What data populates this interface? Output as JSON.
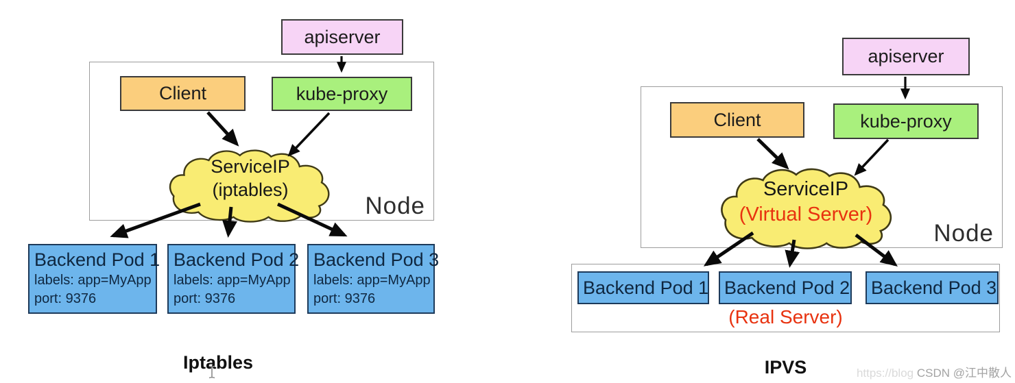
{
  "left_diagram": {
    "apiserver_label": "apiserver",
    "node_label": "Node",
    "client_label": "Client",
    "kube_proxy_label": "kube-proxy",
    "cloud": {
      "line1": "ServiceIP",
      "line2": "(iptables)"
    },
    "pods": [
      {
        "title": "Backend Pod 1",
        "labels": "labels: app=MyApp",
        "port": "port: 9376"
      },
      {
        "title": "Backend Pod 2",
        "labels": "labels: app=MyApp",
        "port": "port: 9376"
      },
      {
        "title": "Backend Pod 3",
        "labels": "labels: app=MyApp",
        "port": "port: 9376"
      }
    ],
    "caption": "Iptables"
  },
  "right_diagram": {
    "apiserver_label": "apiserver",
    "node_label": "Node",
    "client_label": "Client",
    "kube_proxy_label": "kube-proxy",
    "cloud": {
      "line1": "ServiceIP",
      "line2": "(Virtual Server)"
    },
    "pods": [
      {
        "title": "Backend Pod 1"
      },
      {
        "title": "Backend Pod 2"
      },
      {
        "title": "Backend Pod 3"
      }
    ],
    "real_server_label": "(Real Server)",
    "caption": "IPVS"
  },
  "watermark": {
    "prefix": "https://blog",
    "main": "CSDN @江中散人"
  },
  "colors": {
    "apiserver_fill": "#f7d4f6",
    "client_fill": "#fbce7d",
    "kube_proxy_fill": "#a9f07d",
    "cloud_fill": "#f9ec73",
    "pod_fill": "#6db5ec",
    "red_text": "#e8320f",
    "node_border": "#9c9c9c",
    "arrow": "#0a0a0a"
  }
}
